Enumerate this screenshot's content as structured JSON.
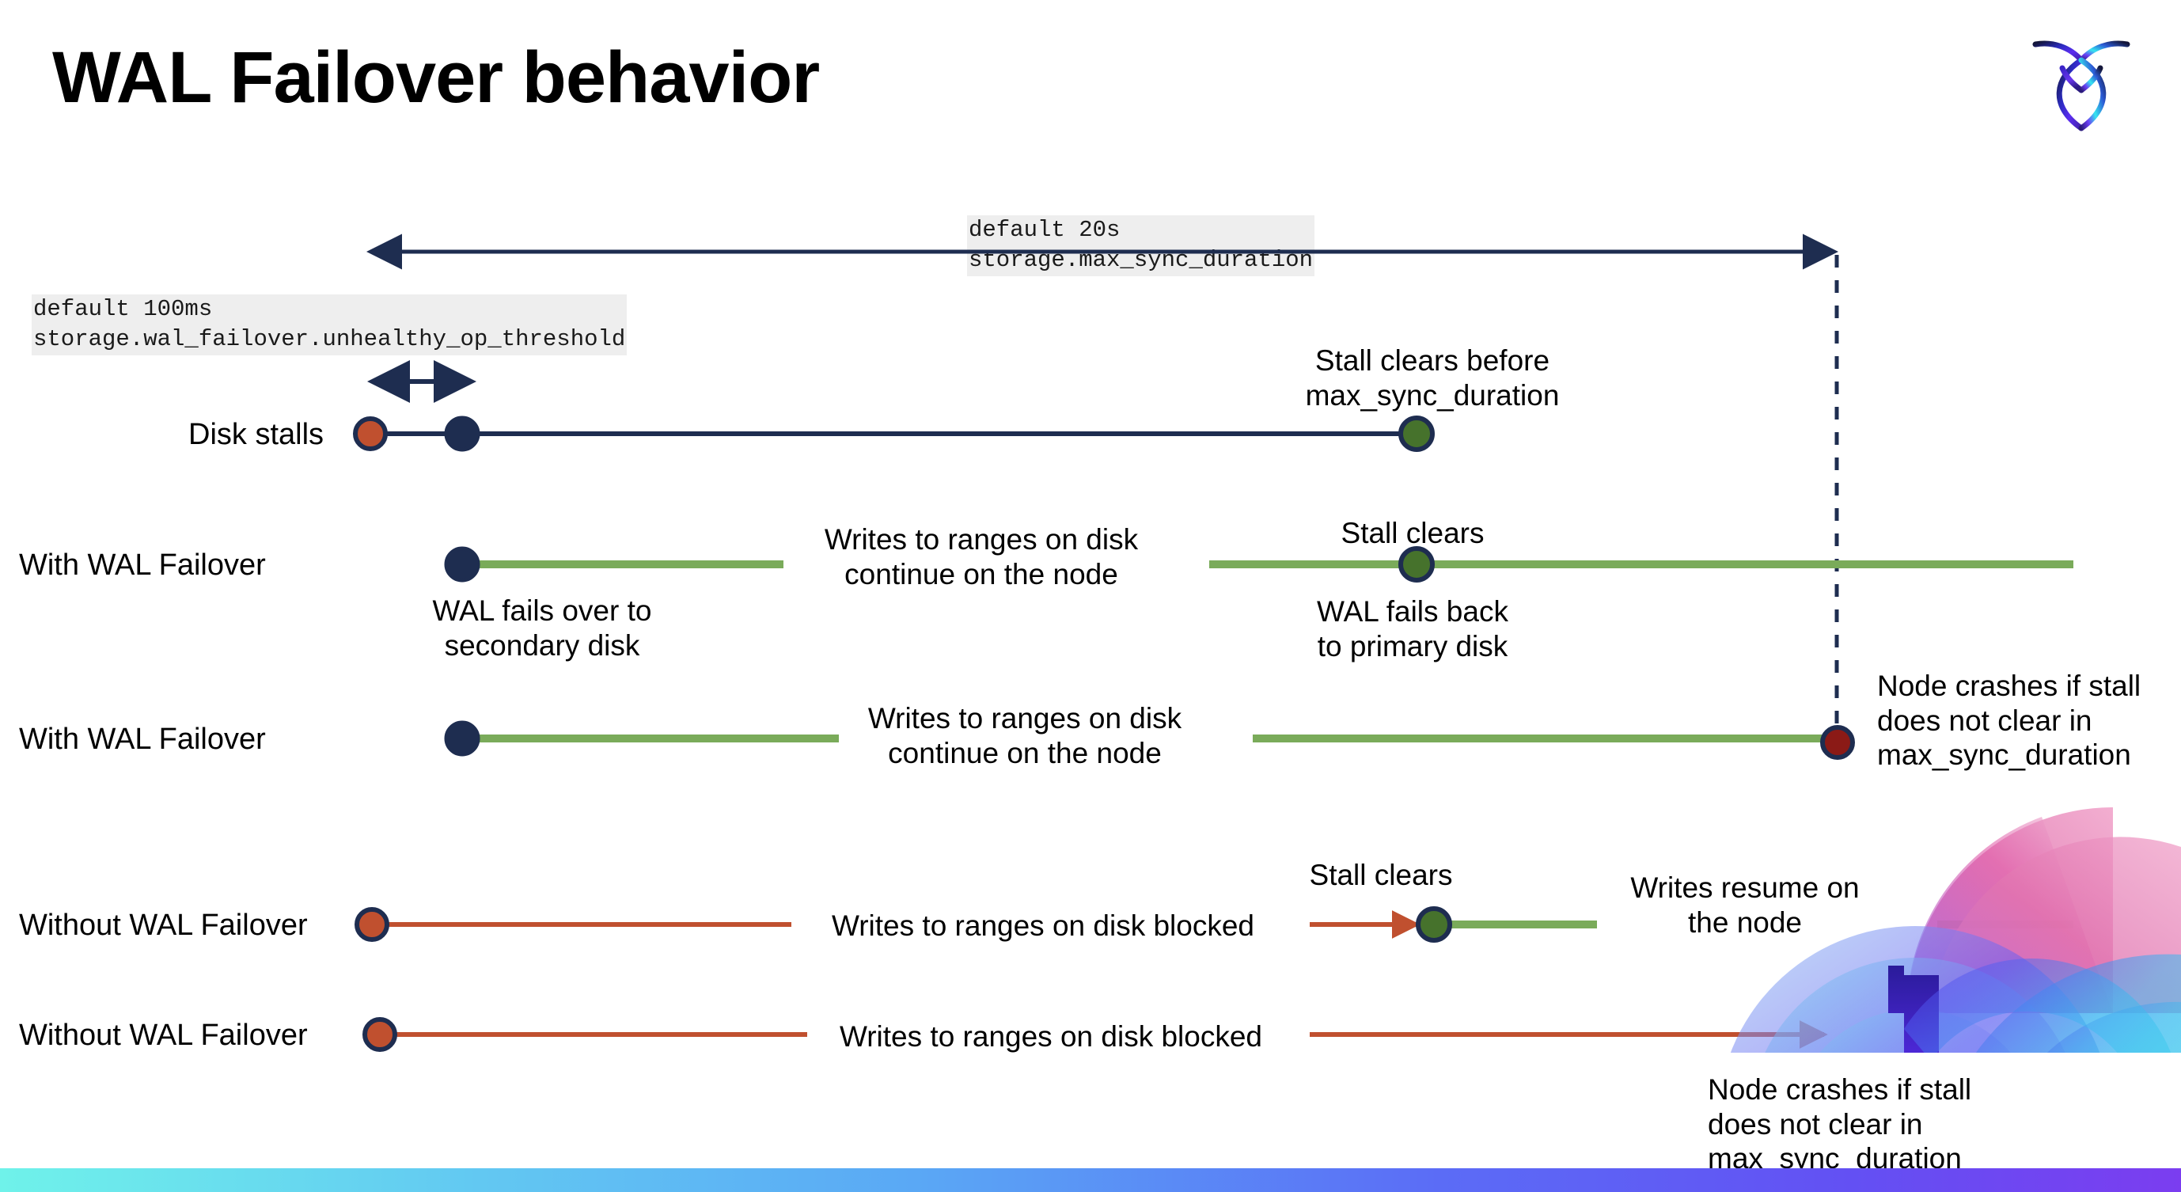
{
  "slide": {
    "title": "WAL Failover behavior",
    "logo_icon": "cockroachdb-logo-icon",
    "background": "#ffffff",
    "bottom_bar_gradient": [
      "#6ff2ea",
      "#5b6cf6",
      "#7b3df0"
    ]
  },
  "colors": {
    "navy": "#1e2d50",
    "orange": "#c0502f",
    "green_dot": "#46722c",
    "green_line": "#7aab5a",
    "dark_red": "#8b1a16",
    "code_bg": "#eeeeee",
    "text": "#000000"
  },
  "settings": {
    "max_sync": {
      "default_label": "default 20s",
      "name": "storage.max_sync_duration"
    },
    "unhealthy_op": {
      "default_label": "default 100ms",
      "name": "storage.wal_failover.unhealthy_op_threshold"
    }
  },
  "rows": [
    {
      "label": "Disk stalls",
      "annotations": [
        "Stall clears before\nmax_sync_duration"
      ]
    },
    {
      "label": "With WAL Failover",
      "annotations": [
        "WAL fails over to\nsecondary disk",
        "Writes to ranges on disk\ncontinue on the node",
        "Stall clears",
        "WAL fails  back\nto primary disk"
      ]
    },
    {
      "label": "With WAL Failover",
      "annotations": [
        "Writes to ranges on disk\ncontinue on the node",
        "Node crashes if stall\ndoes not clear in\nmax_sync_duration"
      ]
    },
    {
      "label": "Without WAL Failover",
      "annotations": [
        "Writes to ranges on disk  blocked",
        "Stall clears",
        "Writes resume on\nthe node"
      ]
    },
    {
      "label": "Without WAL Failover",
      "annotations": [
        "Writes to ranges on disk  blocked",
        "Node crashes if stall\ndoes not clear in\nmax_sync_duration"
      ]
    }
  ]
}
